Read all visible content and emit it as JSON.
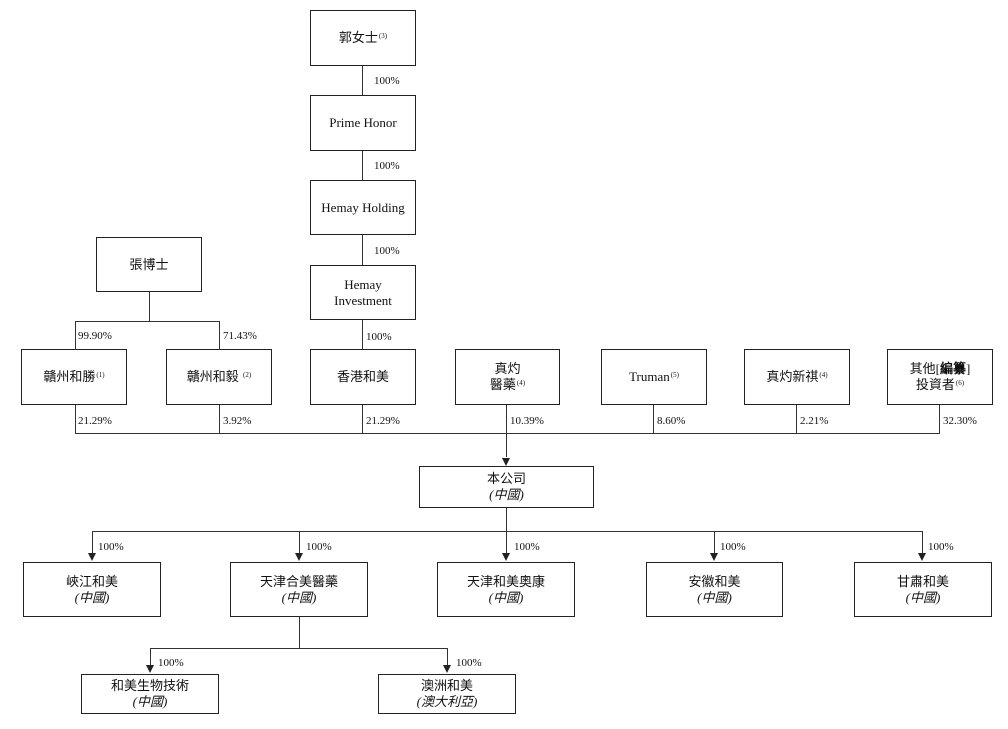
{
  "nodes": {
    "ms_guo": {
      "label": "郭女士",
      "sup": "(3)"
    },
    "prime_honor": {
      "label": "Prime Honor"
    },
    "hemay_holding": {
      "label": "Hemay Holding"
    },
    "hemay_investment": {
      "line1": "Hemay",
      "line2": "Investment"
    },
    "dr_zhang": {
      "label": "張博士"
    },
    "ganzhou_hesheng": {
      "label": "贛州和勝",
      "sup": "(1)"
    },
    "ganzhou_heyi": {
      "label": "贛州和毅",
      "sup": "(2)"
    },
    "hk_hemei": {
      "label": "香港和美"
    },
    "zhenzhuo": {
      "line1": "真灼",
      "line2": "醫藥",
      "sup": "(4)"
    },
    "truman": {
      "label": "Truman",
      "sup": "(5)"
    },
    "zhenzhuo_xinqi": {
      "label": "真灼新祺",
      "sup": "(4)"
    },
    "others": {
      "line1_pre": "其他[",
      "line1_bold": "編纂",
      "line1_post": "]",
      "line2": "投資者",
      "sup": "(6)"
    },
    "company": {
      "label": "本公司",
      "sub": "(中國)"
    },
    "xiajiang": {
      "label": "峽江和美",
      "sub": "(中國)"
    },
    "tianjin_hemei_pharma": {
      "label": "天津合美醫藥",
      "sub": "(中國)"
    },
    "tianjin_aokang": {
      "label": "天津和美奧康",
      "sub": "(中國)"
    },
    "anhui": {
      "label": "安徽和美",
      "sub": "(中國)"
    },
    "gansu": {
      "label": "甘肅和美",
      "sub": "(中國)"
    },
    "biotech": {
      "label": "和美生物技術",
      "sub": "(中國)"
    },
    "australia": {
      "label": "澳洲和美",
      "sub": "(澳大利亞)"
    }
  },
  "percentages": {
    "guo_prime": "100%",
    "prime_holding": "100%",
    "holding_investment": "100%",
    "investment_hk": "100%",
    "zhang_hesheng": "99.90%",
    "zhang_heyi": "71.43%",
    "hesheng_company": "21.29%",
    "heyi_company": "3.92%",
    "hk_company": "21.29%",
    "zhenzhuo_company": "10.39%",
    "truman_company": "8.60%",
    "xinqi_company": "2.21%",
    "others_company": "32.30%",
    "company_xiajiang": "100%",
    "company_tianjin_pharma": "100%",
    "company_aokang": "100%",
    "company_anhui": "100%",
    "company_gansu": "100%",
    "pharma_biotech": "100%",
    "pharma_australia": "100%"
  }
}
